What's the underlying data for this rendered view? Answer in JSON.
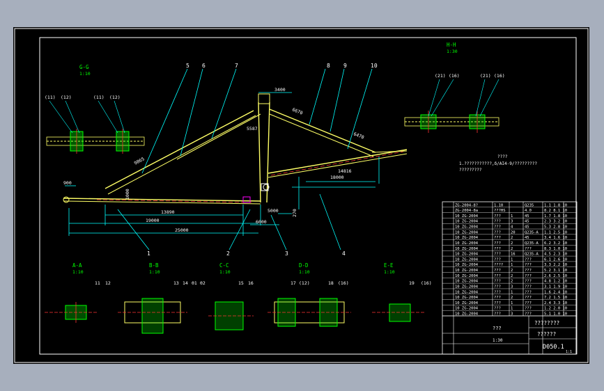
{
  "colors": {
    "background": "#000000",
    "frame": "#ffffff",
    "structure": "#ffff66",
    "dimension": "#00ffff",
    "green": "#00ff00",
    "center": "#ff3333",
    "magenta": "#ff00ff",
    "text": "#ffffff"
  },
  "sections": {
    "gg": {
      "title": "G-G",
      "scale": "1:10",
      "callouts": [
        "(11)",
        "(12)",
        "(11)",
        "(12)"
      ]
    },
    "hh": {
      "title": "H-H",
      "scale": "1:30",
      "callouts": [
        "(21)",
        "(16)",
        "(21)",
        "(16)"
      ]
    },
    "aa": {
      "title": "A-A",
      "scale": "1:10",
      "callouts": [
        "11",
        "12"
      ]
    },
    "bb": {
      "title": "B-B",
      "scale": "1:10",
      "callouts": [
        "13",
        "14",
        "01",
        "02"
      ]
    },
    "cc": {
      "title": "C-C",
      "scale": "1:10",
      "callouts": [
        "15",
        "16"
      ]
    },
    "dd": {
      "title": "D-D",
      "scale": "1:10",
      "callouts": [
        "17",
        "(12)",
        "18",
        "(16)"
      ]
    },
    "ee": {
      "title": "E-E",
      "scale": "1:10",
      "callouts": [
        "19",
        "(16)"
      ]
    }
  },
  "main": {
    "part_numbers": [
      "5",
      "6",
      "7",
      "8",
      "9",
      "10",
      "1",
      "2",
      "3",
      "4"
    ],
    "dimensions": [
      "3400",
      "900",
      "1000",
      "13890",
      "19000",
      "25000",
      "5000",
      "6000",
      "18000",
      "14816",
      "9865",
      "6670",
      "6470",
      "5587",
      "270"
    ],
    "notes": {
      "label": "????",
      "line1": "1.???????????,δ/AI4-9/?????????",
      "line2": "?????????"
    }
  },
  "bom": {
    "rows": [
      {
        "code": "10 ZG-2004",
        "name": "???",
        "qty": "1",
        "mat": "45",
        "wt": "1.7 1.8 10"
      },
      {
        "code": "10 ZG-2004",
        "name": "???",
        "qty": "3",
        "mat": "45",
        "wt": "2.3 3.2 10"
      },
      {
        "code": "10 ZG-2004",
        "name": "???",
        "qty": "4",
        "mat": "45",
        "wt": "5.3 2.8 10"
      },
      {
        "code": "10 ZG-2004",
        "name": "???",
        "qty": "20",
        "mat": "Q235-A",
        "wt": "1.1 2.5 10"
      },
      {
        "code": "10 ZG-2004",
        "name": "???",
        "qty": "2",
        "mat": "45",
        "wt": "3.4 1.6 10"
      },
      {
        "code": "10 ZG-2004",
        "name": "???",
        "qty": "2",
        "mat": "Q235-A",
        "wt": "6.2 3.2 10"
      },
      {
        "code": "10 ZG-2004",
        "name": "???",
        "qty": "2",
        "mat": "???",
        "wt": "8.3 1.0 10"
      },
      {
        "code": "10 ZG-2004",
        "name": "???",
        "qty": "16",
        "mat": "Q235-A",
        "wt": "4.5 2.3 10"
      },
      {
        "code": "10 ZG-2004",
        "name": "???",
        "qty": "1",
        "mat": "???",
        "wt": "6.1 2.6 10"
      },
      {
        "code": "10 ZG-2004",
        "name": "????",
        "qty": "1",
        "mat": "???",
        "wt": "3.3 2.2 10"
      },
      {
        "code": "10 ZG-2004",
        "name": "???",
        "qty": "2",
        "mat": "???",
        "wt": "5.2 3.1 10"
      },
      {
        "code": "10 ZG-2004",
        "name": "???",
        "qty": "2",
        "mat": "???",
        "wt": "2.6 2.5 10"
      },
      {
        "code": "10 ZG-2004",
        "name": "???",
        "qty": "2",
        "mat": "???",
        "wt": "4.8 1.2 10"
      },
      {
        "code": "10 ZG-2004",
        "name": "???",
        "qty": "3",
        "mat": "???",
        "wt": "3.1 1.9 10"
      },
      {
        "code": "10 ZG-2004",
        "name": "???",
        "qty": "1",
        "mat": "???",
        "wt": "1.6 2.4 10"
      },
      {
        "code": "10 ZG-2004",
        "name": "???",
        "qty": "2",
        "mat": "???",
        "wt": "7.2 1.5 10"
      },
      {
        "code": "10 ZG-2004",
        "name": "???",
        "qty": "1",
        "mat": "???",
        "wt": "2.4 3.3 10"
      },
      {
        "code": "10 ZG-2004",
        "name": "???",
        "qty": "1",
        "mat": "???",
        "wt": "1.2 2.0 10"
      },
      {
        "code": "10 ZG-2004",
        "name": "???",
        "qty": "3",
        "mat": "???",
        "wt": "5.1 1.0 10"
      }
    ],
    "header_row1": [
      "ZG-2004-8?",
      "1.10",
      "",
      "Q235",
      "1.1 1.8 10"
    ],
    "header_row2": [
      "ZG-2004-8a",
      "???HS",
      "",
      "4.0",
      "8.2 8.1 10"
    ]
  },
  "title_block": {
    "title1": "????????",
    "title2": "??????",
    "subtitle": "???",
    "drawing_no": "D050.1",
    "scale_label": "1:30",
    "sheet": "1:1"
  }
}
